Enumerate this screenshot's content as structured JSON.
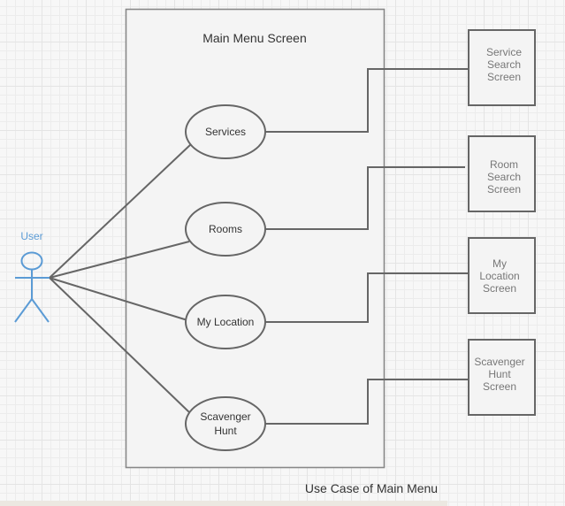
{
  "diagram": {
    "system_boundary": {
      "title": "Main Menu Screen"
    },
    "actor": {
      "label": "User",
      "color": "#5b9bd5"
    },
    "use_cases": [
      {
        "label": "Services"
      },
      {
        "label": "Rooms"
      },
      {
        "label": "My Location"
      },
      {
        "label": "Scavenger\nHunt"
      }
    ],
    "screens": [
      {
        "label": "Service\nSearch\nScreen"
      },
      {
        "label": "Room\nSearch\nScreen"
      },
      {
        "label": "My\nLocation\nScreen"
      },
      {
        "label": "Scavenger\nHunt\nScreen"
      }
    ],
    "caption": "Use Case of Main Menu",
    "colors": {
      "line": "#666666",
      "box_border": "#888888",
      "box_fill": "#f4f4f4"
    }
  }
}
